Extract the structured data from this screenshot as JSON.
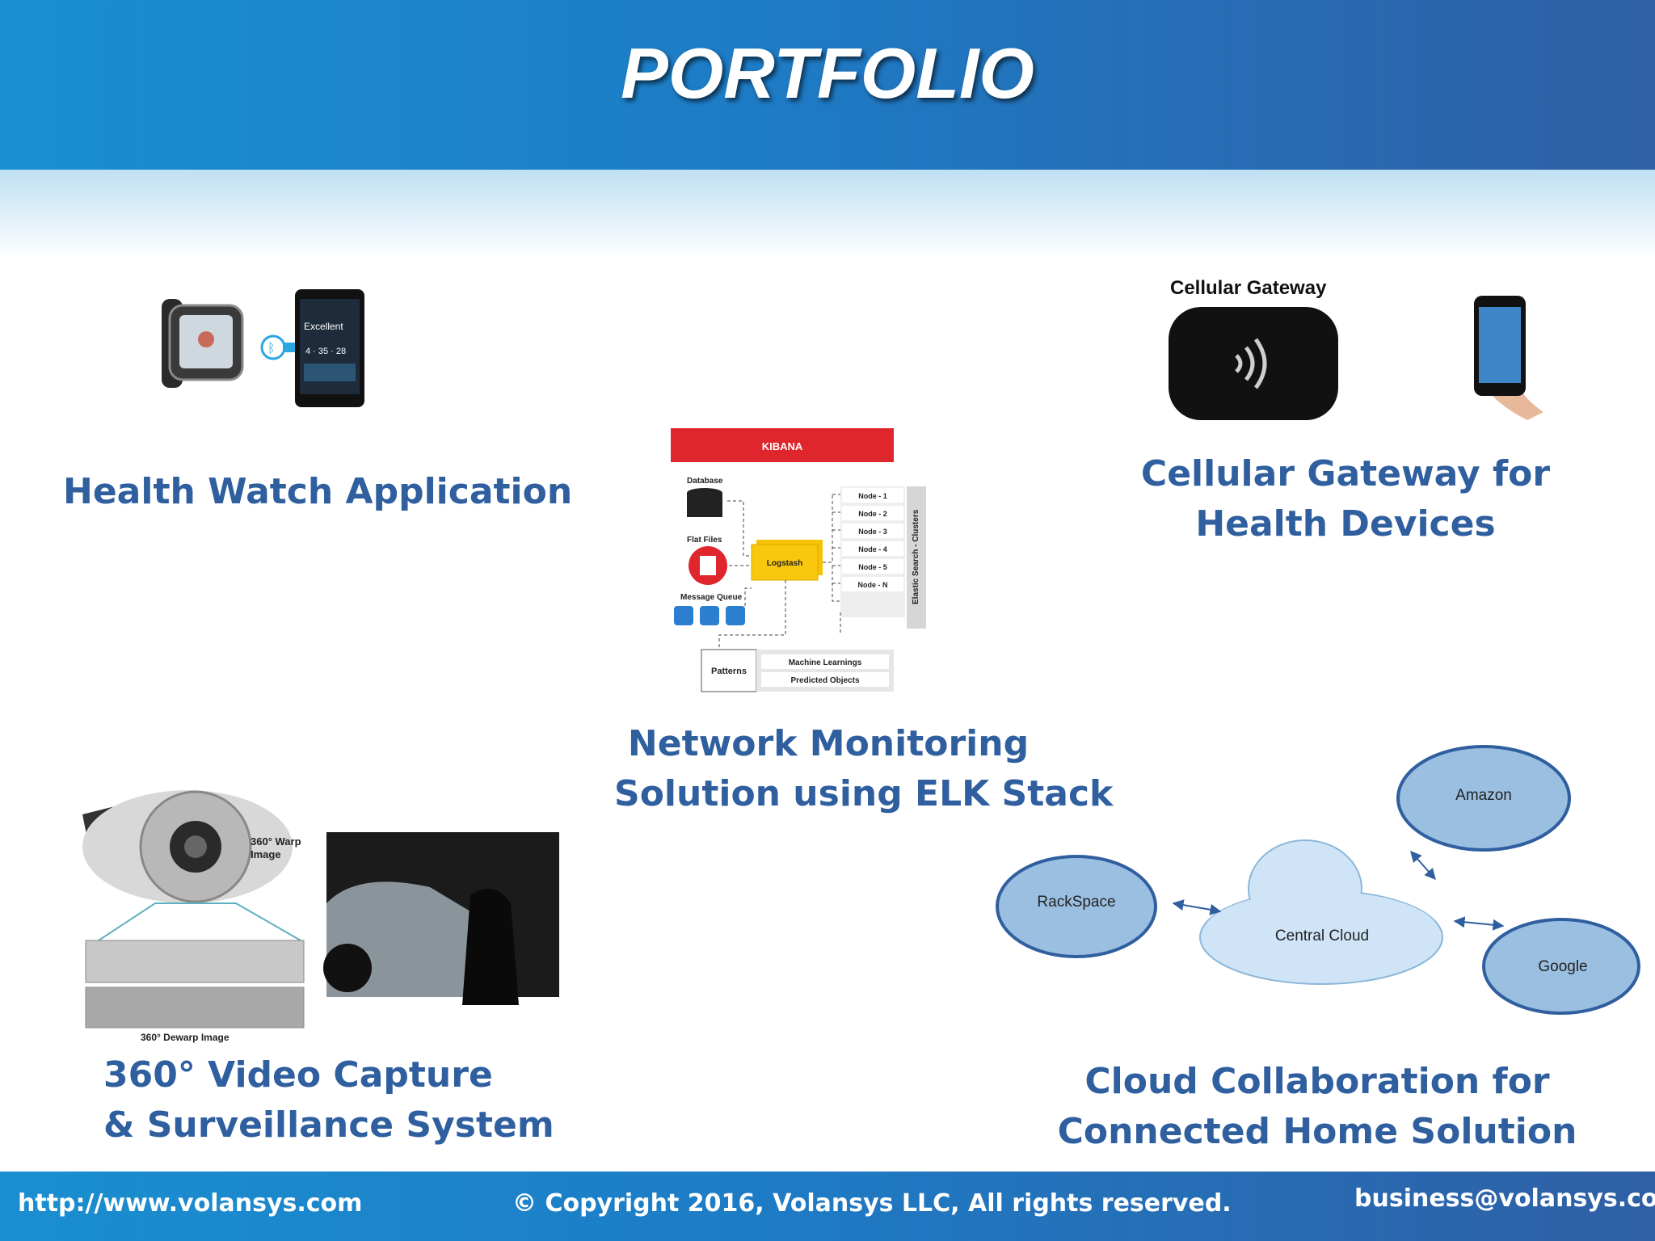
{
  "header": {
    "title": "PORTFOLIO"
  },
  "items": {
    "health_watch": {
      "caption": "Health Watch Application",
      "phone_status": "Excellent",
      "phone_time": "4 · 35 · 28"
    },
    "elk": {
      "caption_line1": "Network Monitoring",
      "caption_line2": "Solution using ELK Stack",
      "kibana": "KIBANA",
      "database": "Database",
      "flat_files": "Flat Files",
      "message_queue": "Message Queue",
      "logstash": "Logstash",
      "nodes": [
        "Node - 1",
        "Node - 2",
        "Node - 3",
        "Node - 4",
        "Node - 5",
        "Node - N"
      ],
      "cluster_label": "Elastic Search - Clusters",
      "patterns": "Patterns",
      "ml": "Machine Learnings",
      "predicted": "Predicted Objects"
    },
    "gateway": {
      "label": "Cellular Gateway",
      "caption_line1": "Cellular Gateway for",
      "caption_line2": "Health Devices"
    },
    "video": {
      "caption_line1": "360° Video Capture",
      "caption_line2": "& Surveillance System",
      "warp_label_1": "360° Warp",
      "warp_label_2": "Image",
      "dewarp_label": "360°  Dewarp Image"
    },
    "cloud": {
      "caption_line1": "Cloud Collaboration for",
      "caption_line2": "Connected Home Solution",
      "central": "Central Cloud",
      "rackspace": "RackSpace",
      "amazon": "Amazon",
      "google": "Google"
    }
  },
  "footer": {
    "url": "http://www.volansys.com",
    "copyright": "© Copyright 2016, Volansys LLC, All rights reserved.",
    "email": "business@volansys.com"
  }
}
